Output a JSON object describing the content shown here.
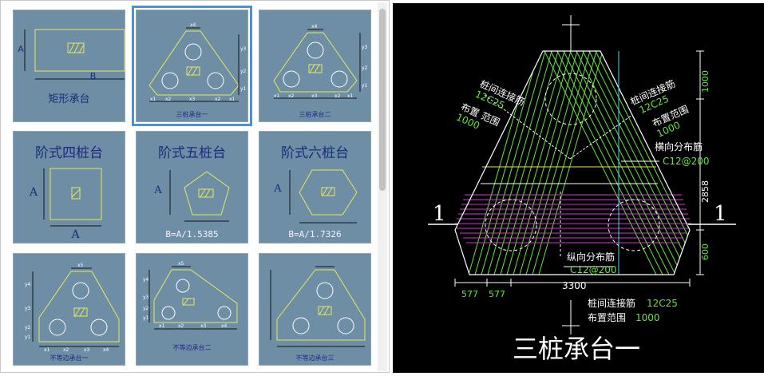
{
  "tiles": [
    {
      "caption": "矩形承台",
      "dim_a": "A",
      "dim_b": "B"
    },
    {
      "caption": "三桩承台一",
      "labels": [
        "x4",
        "y3",
        "y2",
        "y1",
        "x1",
        "x2",
        "x3",
        "x2",
        "x1"
      ]
    },
    {
      "caption": "三桩承台二",
      "labels": [
        "x4",
        "y3",
        "y2",
        "y1",
        "x1",
        "x2",
        "x3",
        "x2",
        "x1"
      ]
    },
    {
      "caption": "阶式四桩台",
      "dim_a": "A",
      "dim_b": "A"
    },
    {
      "caption": "阶式五桩台",
      "dim_a": "A",
      "formula": "B=A/1.5385"
    },
    {
      "caption": "阶式六桩台",
      "dim_a": "A",
      "formula": "B=A/1.7326"
    },
    {
      "caption": "不等边承台一"
    },
    {
      "caption": "不等边承台二"
    },
    {
      "caption": "不等边承台三"
    }
  ],
  "preview": {
    "title": "三桩承台一",
    "section_left": "1",
    "section_right": "1",
    "rebar_left_label": "桩间连接筋",
    "rebar_left_spec": "12C25",
    "range_left_label": "布置 范围",
    "range_left_value": "1000",
    "rebar_right_label": "桩间连接筋",
    "rebar_right_spec": "12C25",
    "range_right_label": "布置范围",
    "range_right_value": "1000",
    "transverse_label": "横向分布筋",
    "transverse_spec": "C12@200",
    "longitudinal_label": "纵向分布筋",
    "longitudinal_spec": "C12@200",
    "bottom_rebar_label": "桩间连接筋",
    "bottom_rebar_spec": "12C25",
    "bottom_range_label": "布置范围",
    "bottom_range_value": "1000",
    "dim_width": "3300",
    "dim_577a": "577",
    "dim_577b": "577",
    "dim_1000": "1000",
    "dim_2858": "2858",
    "dim_600": "600"
  }
}
